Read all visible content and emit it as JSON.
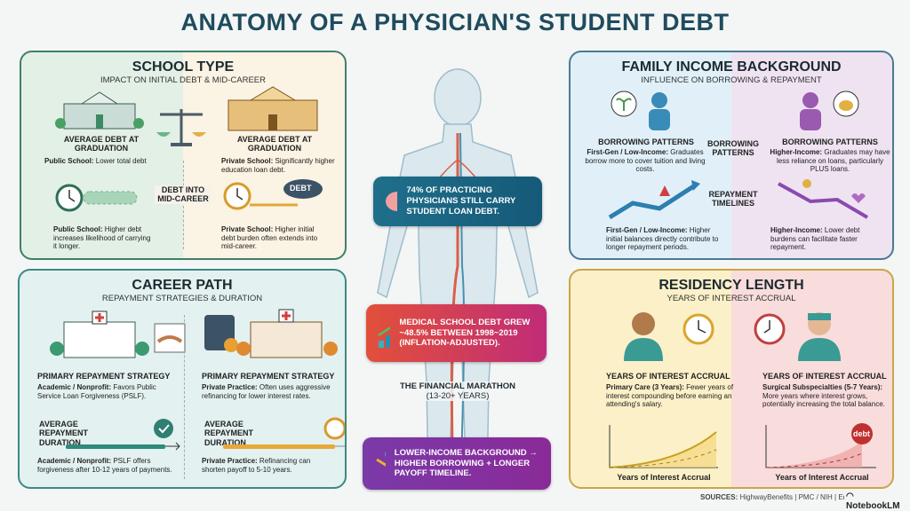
{
  "title": "ANATOMY OF A PHYSICIAN'S STUDENT DEBT",
  "school": {
    "title": "SCHOOL TYPE",
    "subtitle": "IMPACT ON INITIAL DEBT & MID-CAREER",
    "left_head": "AVERAGE DEBT AT GRADUATION",
    "left_label": "Public School:",
    "left_text": " Lower total debt",
    "right_head": "AVERAGE DEBT AT GRADUATION",
    "right_label": "Private School:",
    "right_text": " Significantly higher education loan debt.",
    "mid_label": "DEBT INTO MID-CAREER",
    "cloud": "DEBT",
    "left2_label": "Public School:",
    "left2_text": " Higher debt increases likelihood of carrying it longer.",
    "right2_label": "Private School:",
    "right2_text": " Higher initial debt burden often extends into mid-career."
  },
  "family": {
    "title": "FAMILY INCOME BACKGROUND",
    "subtitle": "INFLUENCE ON BORROWING & REPAYMENT",
    "left_head": "BORROWING PATTERNS",
    "left_label": "First-Gen / Low-Income:",
    "left_text": " Graduates borrow more to cover tuition and living costs.",
    "mid1": "BORROWING PATTERNS",
    "mid2": "REPAYMENT TIMELINES",
    "right_head": "BORROWING PATTERNS",
    "right_label": "Higher-Income:",
    "right_text": " Graduates may have less reliance on loans, particularly PLUS loans.",
    "left2_label": "First-Gen / Low-Income:",
    "left2_text": " Higher initial balances directly contribute to longer repayment periods.",
    "right2_label": "Higher-Income:",
    "right2_text": " Lower debt burdens can facilitate faster repayment."
  },
  "career": {
    "title": "CAREER PATH",
    "subtitle": "REPAYMENT STRATEGIES & DURATION",
    "left_head": "PRIMARY REPAYMENT STRATEGY",
    "left_label": "Academic / Nonprofit:",
    "left_text": " Favors Public Service Loan Forgiveness (PSLF).",
    "right_head": "PRIMARY REPAYMENT STRATEGY",
    "right_label": "Private Practice:",
    "right_text": " Often uses aggressive refinancing for lower interest rates.",
    "dur_head": "AVERAGE REPAYMENT DURATION",
    "left2_label": "Academic / Nonprofit:",
    "left2_text": " PSLF offers forgiveness after 10-12 years of payments.",
    "right2_label": "Private Practice:",
    "right2_text": " Refinancing can shorten payoff to 5-10 years."
  },
  "residency": {
    "title": "RESIDENCY LENGTH",
    "subtitle": "YEARS OF INTEREST ACCRUAL",
    "head": "YEARS OF INTEREST ACCRUAL",
    "left_label": "Primary Care (3 Years):",
    "left_text": " Fewer years of interest compounding before earning an attending's salary.",
    "right_label": "Surgical Subspecialties (5-7 Years):",
    "right_text": " More years where interest grows, potentially increasing the total balance.",
    "axis": "Years of Interest Accrual",
    "debt_badge": "debt"
  },
  "center": {
    "stat1": "74% OF PRACTICING PHYSICIANS STILL CARRY STUDENT LOAN DEBT.",
    "stat2": "MEDICAL SCHOOL DEBT GREW ~48.5% BETWEEN 1998~2019 (INFLATION-ADJUSTED).",
    "marathon": "THE FINANCIAL MARATHON",
    "marathon_sub": "(13-20+ YEARS)",
    "stat3": "LOWER-INCOME BACKGROUND → HIGHER BORROWING + LONGER PAYOFF TIMELINE."
  },
  "footer": {
    "sources_label": "SOURCES:",
    "sources": " HighwayBenefits | PMC / NIH | Ed",
    "brand": "NotebookLM"
  }
}
